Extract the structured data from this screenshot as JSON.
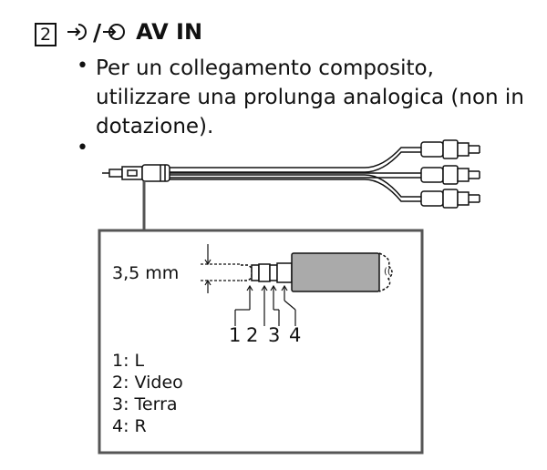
{
  "step_number": "2",
  "heading": {
    "icon": "headphone-line-in-icon",
    "separator": "/",
    "icon2": "line-in-icon",
    "title": "AV IN"
  },
  "bullets": [
    {
      "text": "Per un collegamento composito, utilizzare una prolunga analogica (non in dotazione)."
    },
    {
      "text": ""
    }
  ],
  "diagram": {
    "jack_size": "3,5 mm",
    "pins": [
      "1",
      "2",
      "3",
      "4"
    ],
    "legend": [
      "1: L",
      "2: Video",
      "3: Terra",
      "4: R"
    ]
  }
}
